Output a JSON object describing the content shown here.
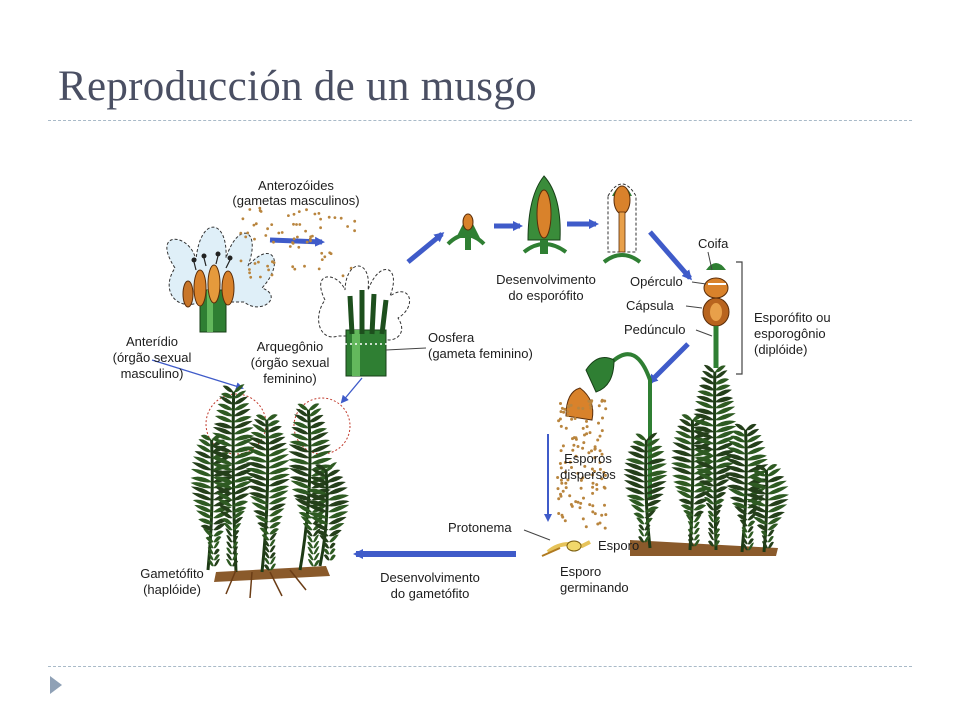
{
  "slide": {
    "title": "Reproducción de un musgo"
  },
  "diagram": {
    "labels": {
      "anterozoides": "Anterozóides",
      "anterozoides_sub": "(gametas masculinos)",
      "anteridio": "Anterídio",
      "anteridio_sub1": "(órgão sexual",
      "anteridio_sub2": "masculino)",
      "arquegonio": "Arquegônio",
      "arquegonio_sub1": "(órgão sexual",
      "arquegonio_sub2": "feminino)",
      "oosfera": "Oosfera",
      "oosfera_sub": "(gameta feminino)",
      "desenv_esporofito1": "Desenvolvimento",
      "desenv_esporofito2": "do esporófito",
      "coifa": "Coifa",
      "operculo": "Opérculo",
      "capsula": "Cápsula",
      "pedunculo": "Pedúnculo",
      "esporofito1": "Esporófito ou",
      "esporofito2": "esporogônio",
      "esporofito3": "(diplóide)",
      "esporos1": "Esporos",
      "esporos2": "dispersos",
      "protonema": "Protonema",
      "esporo": "Esporo",
      "esporo_germ1": "Esporo",
      "esporo_germ2": "germinando",
      "desenv_gametofito1": "Desenvolvimento",
      "desenv_gametofito2": "do gametófito",
      "gametofito1": "Gametófito",
      "gametofito2": "(haplóide)"
    },
    "colors": {
      "arrow": "#3f5bc9",
      "plant": "#243f1a",
      "stem": "#3b8a3a",
      "orange": "#d9822b",
      "spore": "#b9853e",
      "soil": "#8a5a2b"
    }
  }
}
